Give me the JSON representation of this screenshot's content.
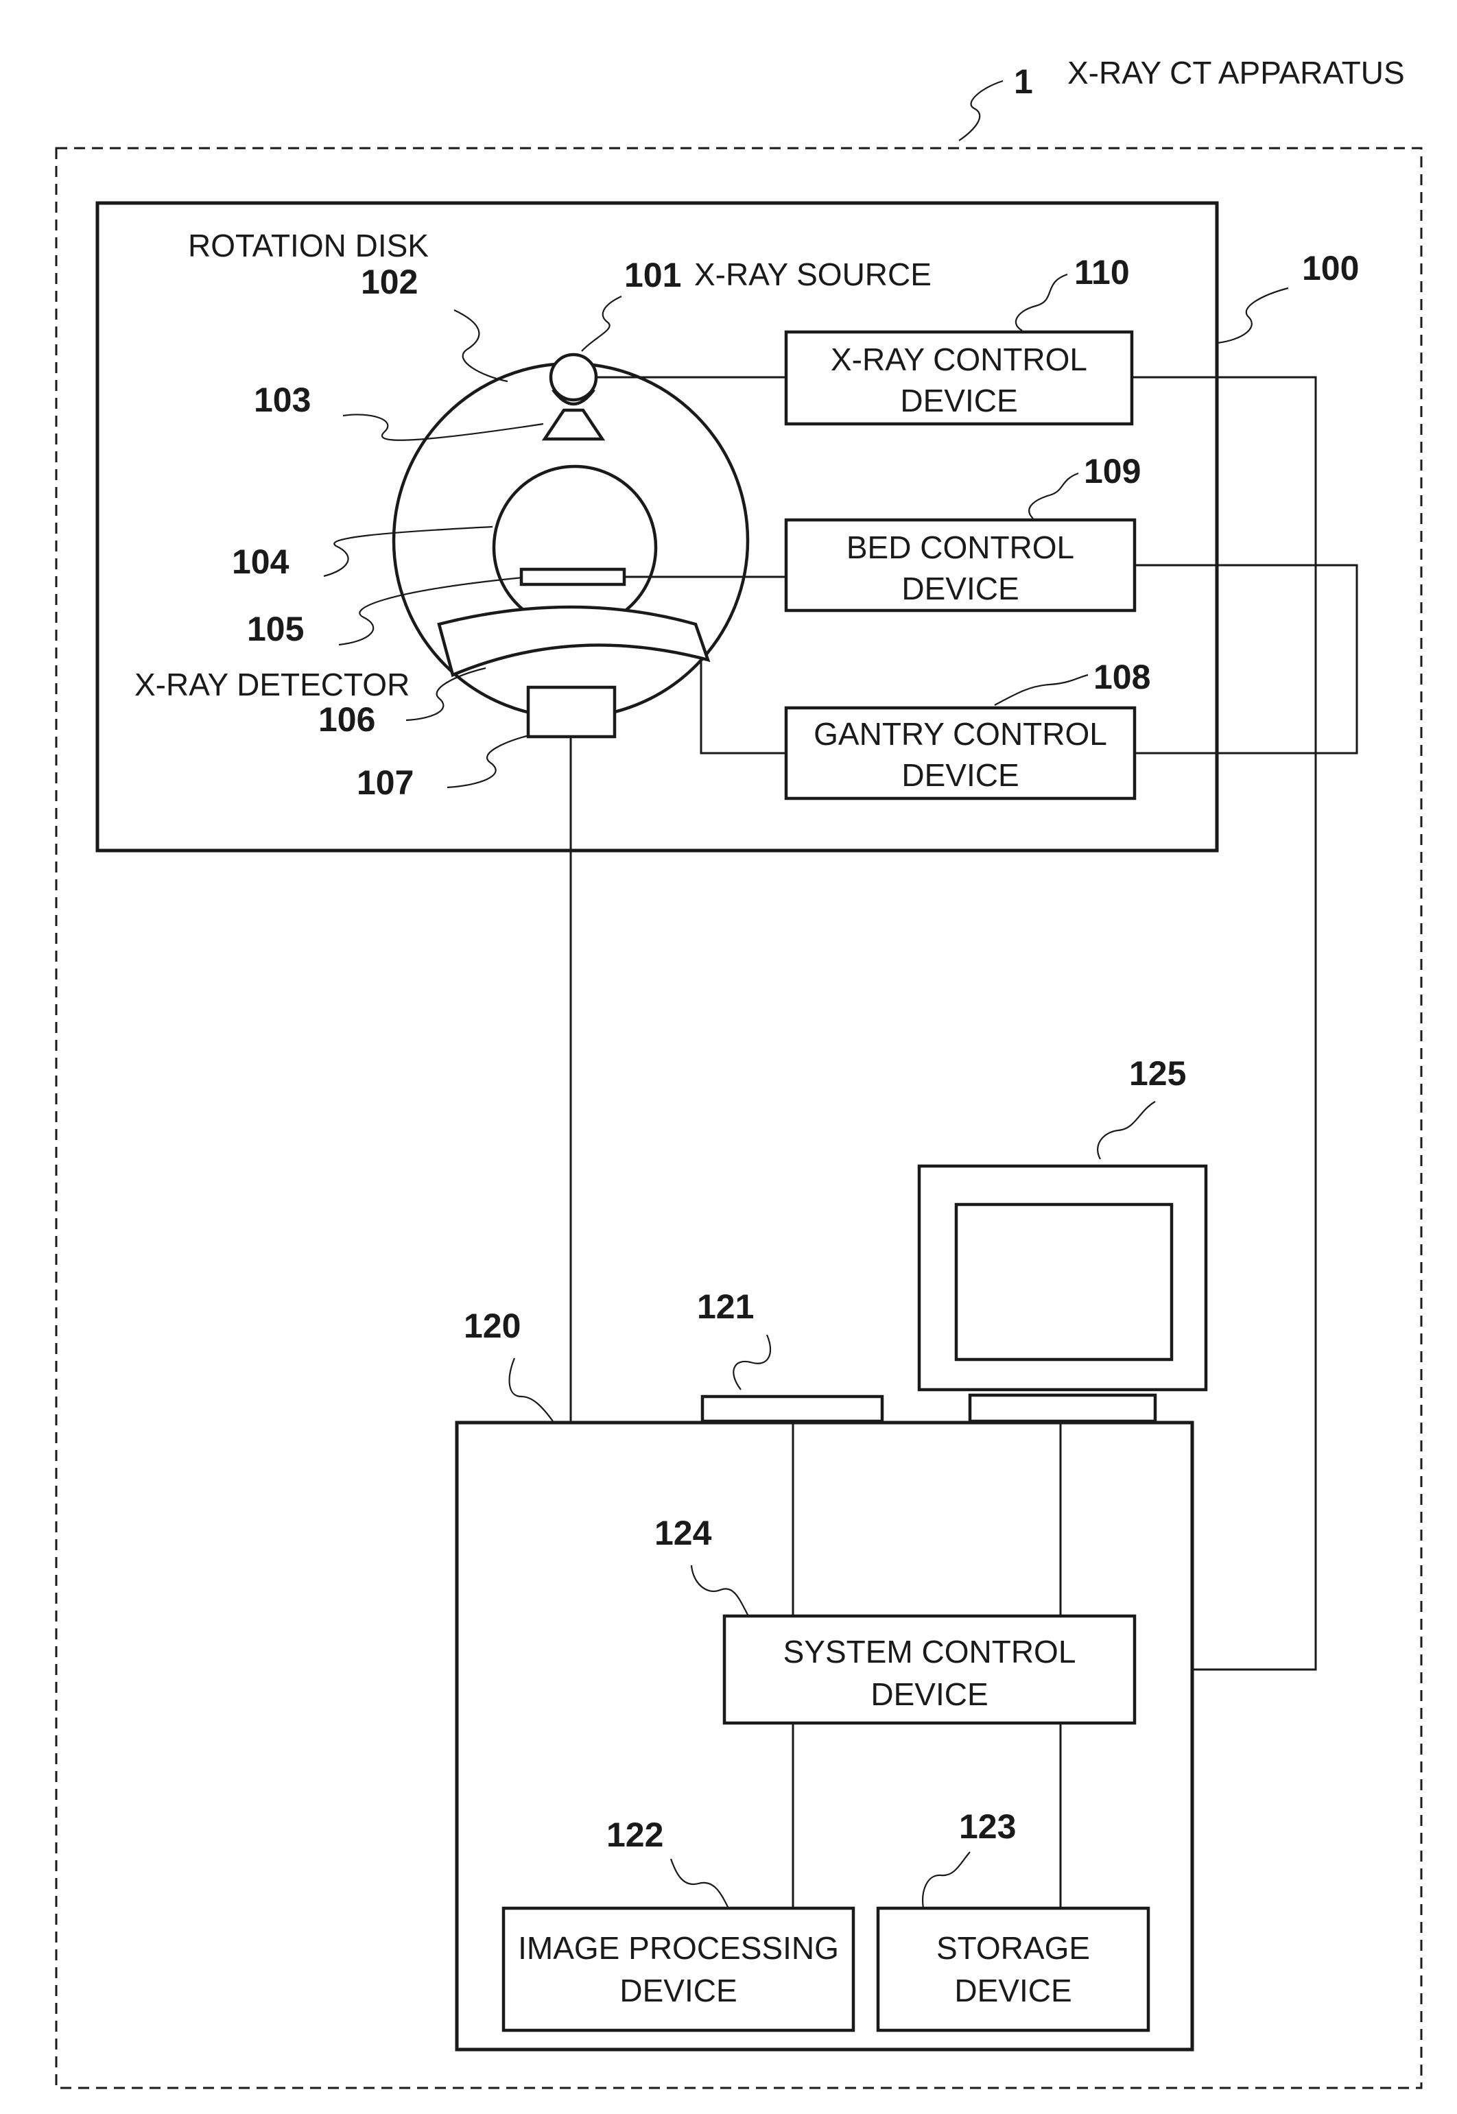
{
  "title": {
    "ref": "1",
    "label": "X-RAY CT APPARATUS"
  },
  "gantry": {
    "ref": "100",
    "rotation_disk": {
      "ref": "102",
      "label": "ROTATION DISK"
    },
    "xray_source": {
      "ref": "101",
      "label": "X-RAY SOURCE"
    },
    "collimator": {
      "ref": "103"
    },
    "opening": {
      "ref": "104"
    },
    "bed": {
      "ref": "105"
    },
    "xray_detector": {
      "ref": "106",
      "label": "X-RAY DETECTOR"
    },
    "data_collection": {
      "ref": "107"
    },
    "xray_control": {
      "ref": "110",
      "line1": "X-RAY CONTROL",
      "line2": "DEVICE"
    },
    "bed_control": {
      "ref": "109",
      "line1": "BED CONTROL",
      "line2": "DEVICE"
    },
    "gantry_control": {
      "ref": "108",
      "line1": "GANTRY CONTROL",
      "line2": "DEVICE"
    }
  },
  "console": {
    "ref": "120",
    "input_device": {
      "ref": "121"
    },
    "display": {
      "ref": "125"
    },
    "system_control": {
      "ref": "124",
      "line1": "SYSTEM CONTROL",
      "line2": "DEVICE"
    },
    "image_processing": {
      "ref": "122",
      "line1": "IMAGE PROCESSING",
      "line2": "DEVICE"
    },
    "storage": {
      "ref": "123",
      "line1": "STORAGE",
      "line2": "DEVICE"
    }
  }
}
